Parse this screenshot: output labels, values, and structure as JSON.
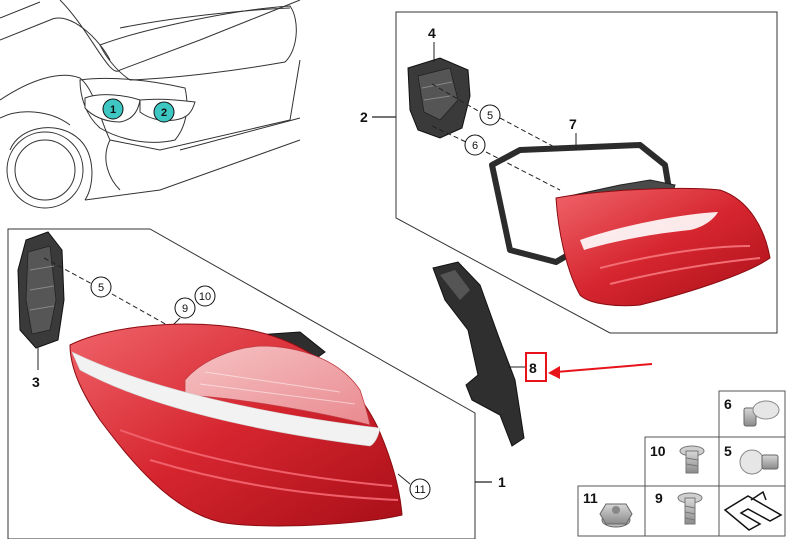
{
  "car_callouts": [
    {
      "label": "1"
    },
    {
      "label": "2"
    }
  ],
  "parts": {
    "p1": "1",
    "p2": "2",
    "p3": "3",
    "p4": "4",
    "p7": "7",
    "p8": "8"
  },
  "inner_callouts": {
    "c5_upper": "5",
    "c6_upper": "6",
    "c5_lower": "5",
    "c9": "9",
    "c10": "10",
    "c11": "11"
  },
  "hardware_grid": [
    {
      "label": "6",
      "part": "bulb-small"
    },
    {
      "label": "10",
      "part": "screw"
    },
    {
      "label": "5",
      "part": "bulb"
    },
    {
      "label": "11",
      "part": "nut"
    },
    {
      "label": "9",
      "part": "screw"
    },
    {
      "label": "",
      "part": "washer-symbol"
    }
  ],
  "colors": {
    "callout_fill": "#3ec7c2",
    "lamp_red": "#d62630",
    "lamp_dark": "#b5121b",
    "highlight": "#e8131a",
    "line": "#222222"
  }
}
